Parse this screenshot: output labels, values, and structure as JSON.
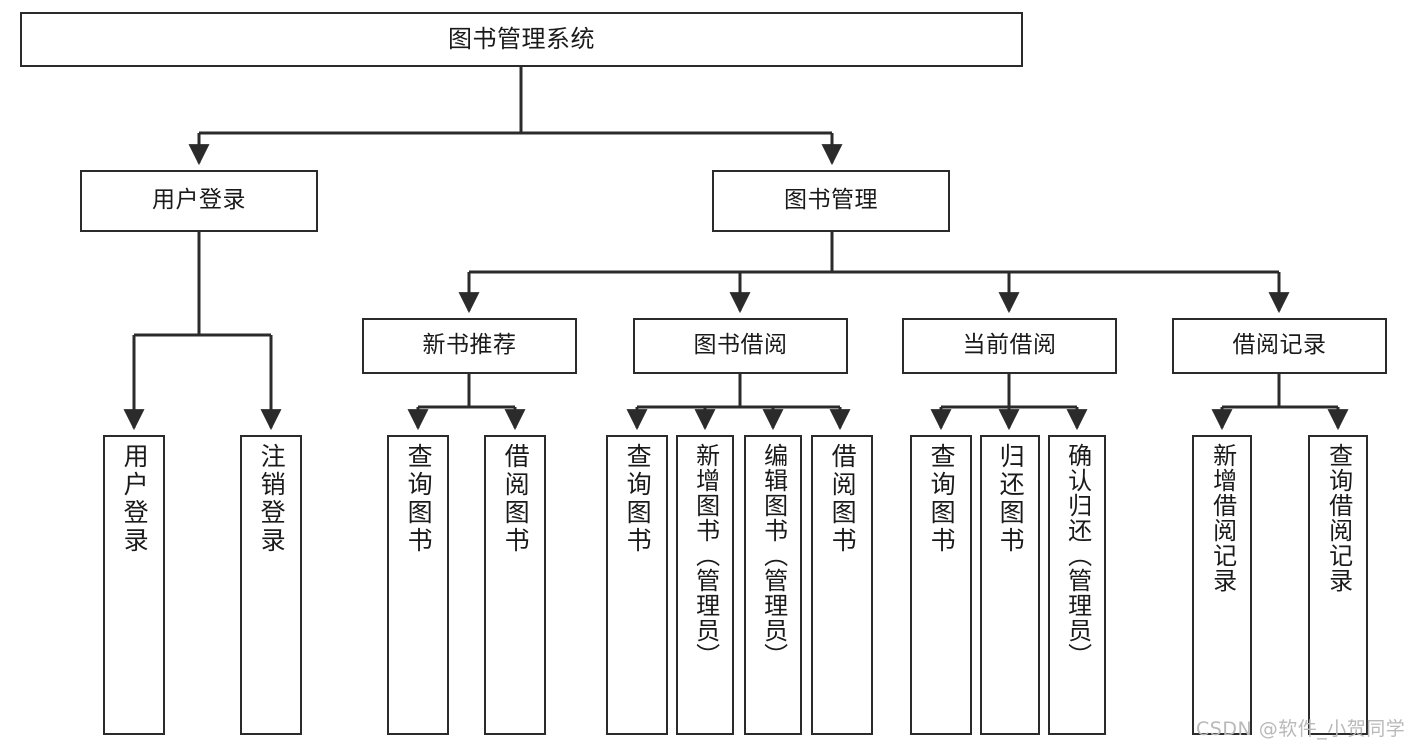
{
  "diagram": {
    "type": "tree",
    "title": "图书管理系统",
    "orientation": "top-down",
    "colors": {
      "box_border": "#2b2b2b",
      "box_fill": "#ffffff",
      "connector": "#2b2b2b",
      "text": "#1a1a1a",
      "watermark": "#b9b9b9"
    }
  },
  "watermark": {
    "text": "CSDN @软件_小贺同学"
  },
  "nodes": {
    "root": {
      "label": "图书管理系统"
    },
    "level2": [
      {
        "id": "user-login",
        "label": "用户登录"
      },
      {
        "id": "book-management",
        "label": "图书管理"
      }
    ],
    "level3": [
      {
        "id": "new-book-recommend",
        "label": "新书推荐"
      },
      {
        "id": "book-borrow",
        "label": "图书借阅"
      },
      {
        "id": "current-borrow",
        "label": "当前借阅"
      },
      {
        "id": "borrow-record",
        "label": "借阅记录"
      }
    ],
    "leaves": {
      "user_login": [
        {
          "id": "leaf-user-login",
          "label": "用户登录"
        },
        {
          "id": "leaf-logout-login",
          "label": "注销登录"
        }
      ],
      "new_book_recommend": [
        {
          "id": "leaf-query-book-1",
          "label": "查询图书"
        },
        {
          "id": "leaf-borrow-book-1",
          "label": "借阅图书"
        }
      ],
      "book_borrow": [
        {
          "id": "leaf-query-book-2",
          "label": "查询图书"
        },
        {
          "id": "leaf-add-book",
          "label": "新增图书（管理员）"
        },
        {
          "id": "leaf-edit-book",
          "label": "编辑图书（管理员）"
        },
        {
          "id": "leaf-borrow-book-2",
          "label": "借阅图书"
        }
      ],
      "current_borrow": [
        {
          "id": "leaf-query-book-3",
          "label": "查询图书"
        },
        {
          "id": "leaf-return-book",
          "label": "归还图书"
        },
        {
          "id": "leaf-confirm-return",
          "label": "确认归还（管理员）"
        }
      ],
      "borrow_record": [
        {
          "id": "leaf-add-record",
          "label": "新增借阅记录"
        },
        {
          "id": "leaf-query-record",
          "label": "查询借阅记录"
        }
      ]
    }
  }
}
